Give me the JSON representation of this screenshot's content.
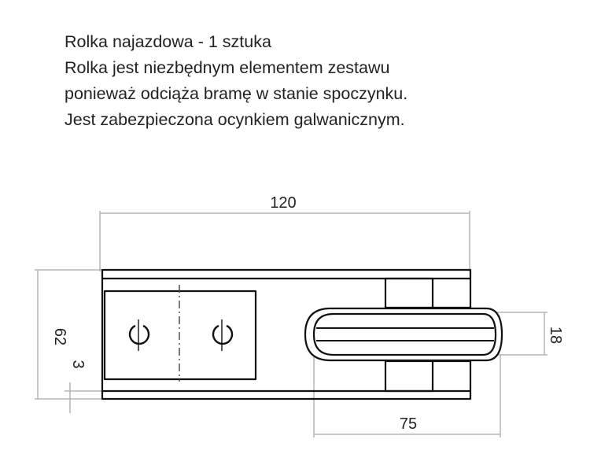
{
  "description": {
    "lines": [
      "Rolka najazdowa - 1 sztuka",
      "Rolka jest niezbędnym elementem zestawu",
      "ponieważ odciąża bramę w stanie spoczynku.",
      "Jest zabezpieczona ocynkiem galwanicznym."
    ]
  },
  "dimensions": {
    "overall_length": "120",
    "overall_height": "62",
    "plate_thickness": "3",
    "roller_width": "18",
    "roller_extension": "75"
  },
  "colors": {
    "outline": "#111111",
    "dimension_line": "#b5b5b5",
    "text": "#222222"
  }
}
